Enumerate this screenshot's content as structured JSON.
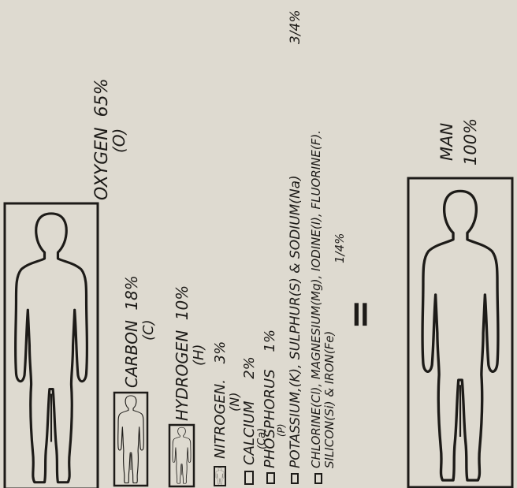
{
  "diagram": {
    "elements": [
      {
        "key": "oxygen",
        "name": "OXYGEN",
        "percent": "65%",
        "symbol": "(O)"
      },
      {
        "key": "carbon",
        "name": "CARBON",
        "percent": "18%",
        "symbol": "(C)"
      },
      {
        "key": "hydrogen",
        "name": "HYDROGEN",
        "percent": "10%",
        "symbol": "(H)"
      },
      {
        "key": "nitrogen",
        "name": "NITROGEN.",
        "percent": "3%",
        "symbol": "(N)"
      },
      {
        "key": "calcium",
        "name": "CALCIUM",
        "percent": "2%",
        "symbol": "(Ca)"
      },
      {
        "key": "phosphorus",
        "name": "PHOSPHORUS",
        "percent": "1%",
        "symbol": "(P)"
      },
      {
        "key": "potassium_group",
        "line": "POTASSIUM,(K), SULPHUR(S) & SODIUM(Na)",
        "percent": "3/4%"
      },
      {
        "key": "chlorine_group",
        "line1": "CHLORINE(Cl), MAGNESIUM(Mg), IODINE(I), FLUORINE(F).",
        "line2": "SILICON(Si) & IRON(Fe)",
        "percent": "1/4%"
      }
    ],
    "equals": "=",
    "result": {
      "name": "MAN",
      "percent": "100%"
    }
  }
}
